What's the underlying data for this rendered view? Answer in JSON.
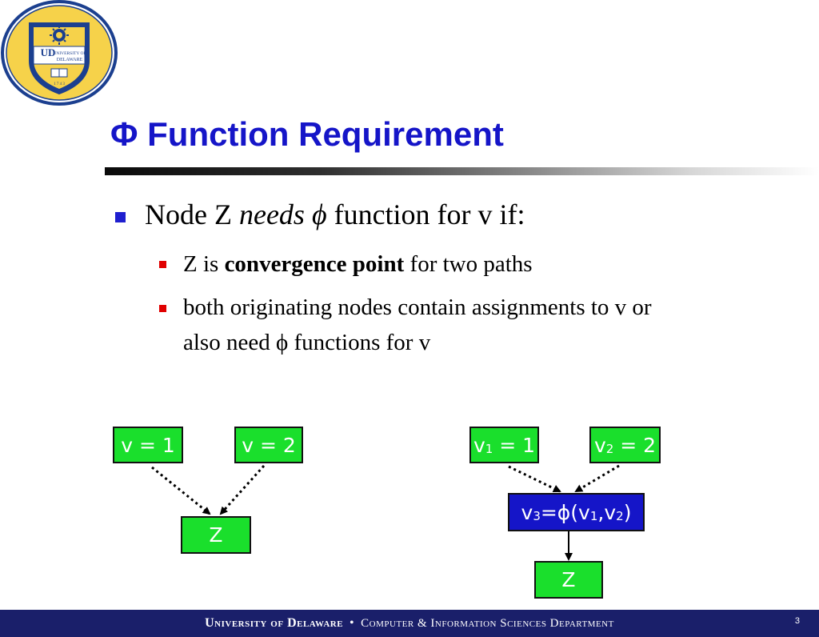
{
  "logo": {
    "name": "UNIVERSITY OF DELAWARE",
    "year": "1743"
  },
  "slide": {
    "title_symbol": "Φ",
    "title_text": "Function Requirement",
    "bullet1": {
      "a": "Node Z",
      "b": "needs",
      "c": "ϕ",
      "d": "function for v if:"
    },
    "sub1": {
      "a": "Z is",
      "b": "convergence point",
      "c": "for two paths"
    },
    "sub2": {
      "line1": "both originating nodes contain assignments to v or",
      "line2": "also need ϕ functions for v"
    }
  },
  "diagram_left": {
    "v1": "v = 1",
    "v2": "v = 2",
    "z": "Z"
  },
  "diagram_right": {
    "v1_var": "v",
    "v1_sub": "1",
    "v1_rest": " = 1",
    "v2_var": "v",
    "v2_sub": "2",
    "v2_rest": " = 2",
    "phi_v": "v",
    "phi_sub3": "3",
    "phi_eq": "=ϕ(v",
    "phi_sub1": "1",
    "phi_comma": ",v",
    "phi_sub2": "2",
    "phi_close": ")",
    "z": "Z"
  },
  "footer": {
    "university": "University of Delaware",
    "separator": "•",
    "department": "Computer & Information Sciences Department",
    "page": "3"
  },
  "colors": {
    "title": "#1515c8",
    "node_green": "#1adf2c",
    "phi_node": "#1515c8",
    "footer_bg": "#1a1f6a",
    "bullet_l1": "#1f1fcf",
    "bullet_l2": "#e00000"
  }
}
